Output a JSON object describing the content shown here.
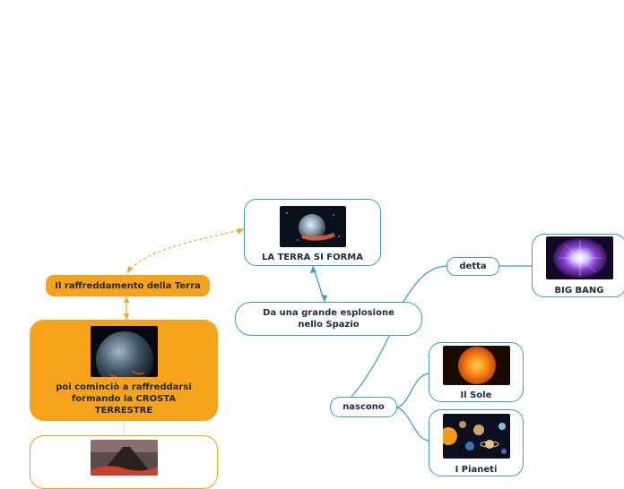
{
  "nodes": {
    "terra_si_forma": "LA TERRA SI FORMA",
    "esplosione": "Da una grande esplosione nello Spazio",
    "detta": "detta",
    "big_bang": "BIG BANG",
    "nascono": "nascono",
    "il_sole": "Il Sole",
    "i_pianeti": "I Pianeti",
    "raffreddamento": "Il raffreddamento della Terra",
    "crosta": "poi cominciò a raffreddarsi formando la CROSTA TERRESTRE"
  },
  "icons": {
    "earth_forming": "earth-forming-image",
    "big_bang": "big-bang-image",
    "sun": "sun-image",
    "planets": "planets-image",
    "cooling_earth": "cooling-earth-image",
    "volcano": "volcano-image"
  },
  "colors": {
    "blue_link": "#3b9bd6",
    "orange_topic": "#f7a21b",
    "dark_text": "#1f2a44"
  }
}
